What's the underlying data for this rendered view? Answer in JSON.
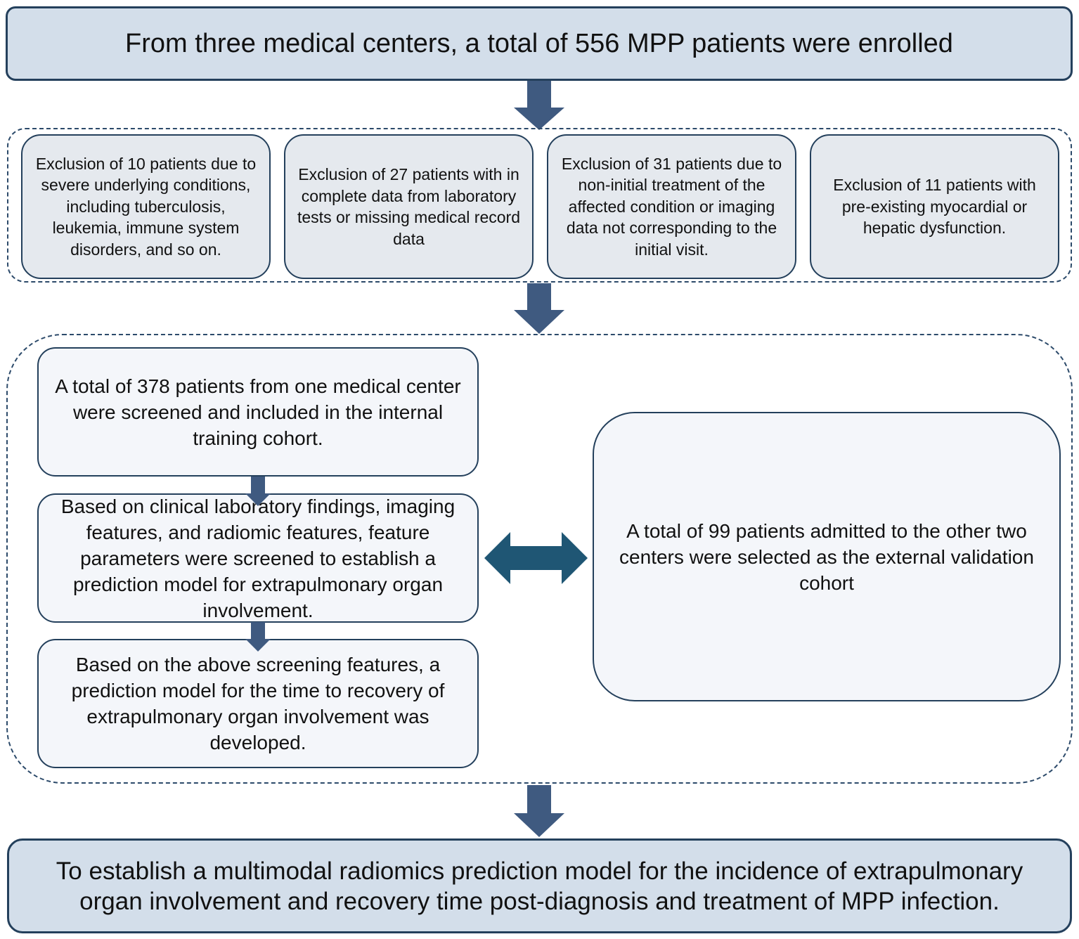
{
  "top": {
    "text": "From three medical centers, a total of 556 MPP patients were enrolled"
  },
  "exclusions": [
    {
      "text": "Exclusion of 10 patients due to severe underlying conditions, including tuberculosis, leukemia, immune system disorders, and so on."
    },
    {
      "text": "Exclusion of 27 patients with in complete data from laboratory tests or missing medical record data"
    },
    {
      "text": "Exclusion of 31 patients due to non-initial treatment of the affected condition or imaging data not corresponding to the initial visit."
    },
    {
      "text": "Exclusion of 11 patients with pre-existing myocardial or hepatic dysfunction."
    }
  ],
  "training": {
    "cohort": "A total of 378 patients from one medical center were screened and included in the internal training cohort.",
    "screening": "Based on clinical laboratory findings, imaging features, and radiomic features, feature parameters were screened to establish a prediction model for extrapulmonary organ involvement.",
    "recovery": "Based on the above screening features, a prediction model for the time to recovery of extrapulmonary organ involvement was developed."
  },
  "external": {
    "text": "A total of 99 patients admitted to the other two centers were selected as the external validation cohort"
  },
  "bottom": {
    "text": "To establish a multimodal radiomics prediction model for the incidence of extrapulmonary organ involvement and recovery time post-diagnosis and treatment of MPP infection."
  },
  "colors": {
    "arrow": "#3f5a80",
    "double_arrow": "#1f5674",
    "border": "#24405c",
    "header_fill": "#d3deea"
  }
}
